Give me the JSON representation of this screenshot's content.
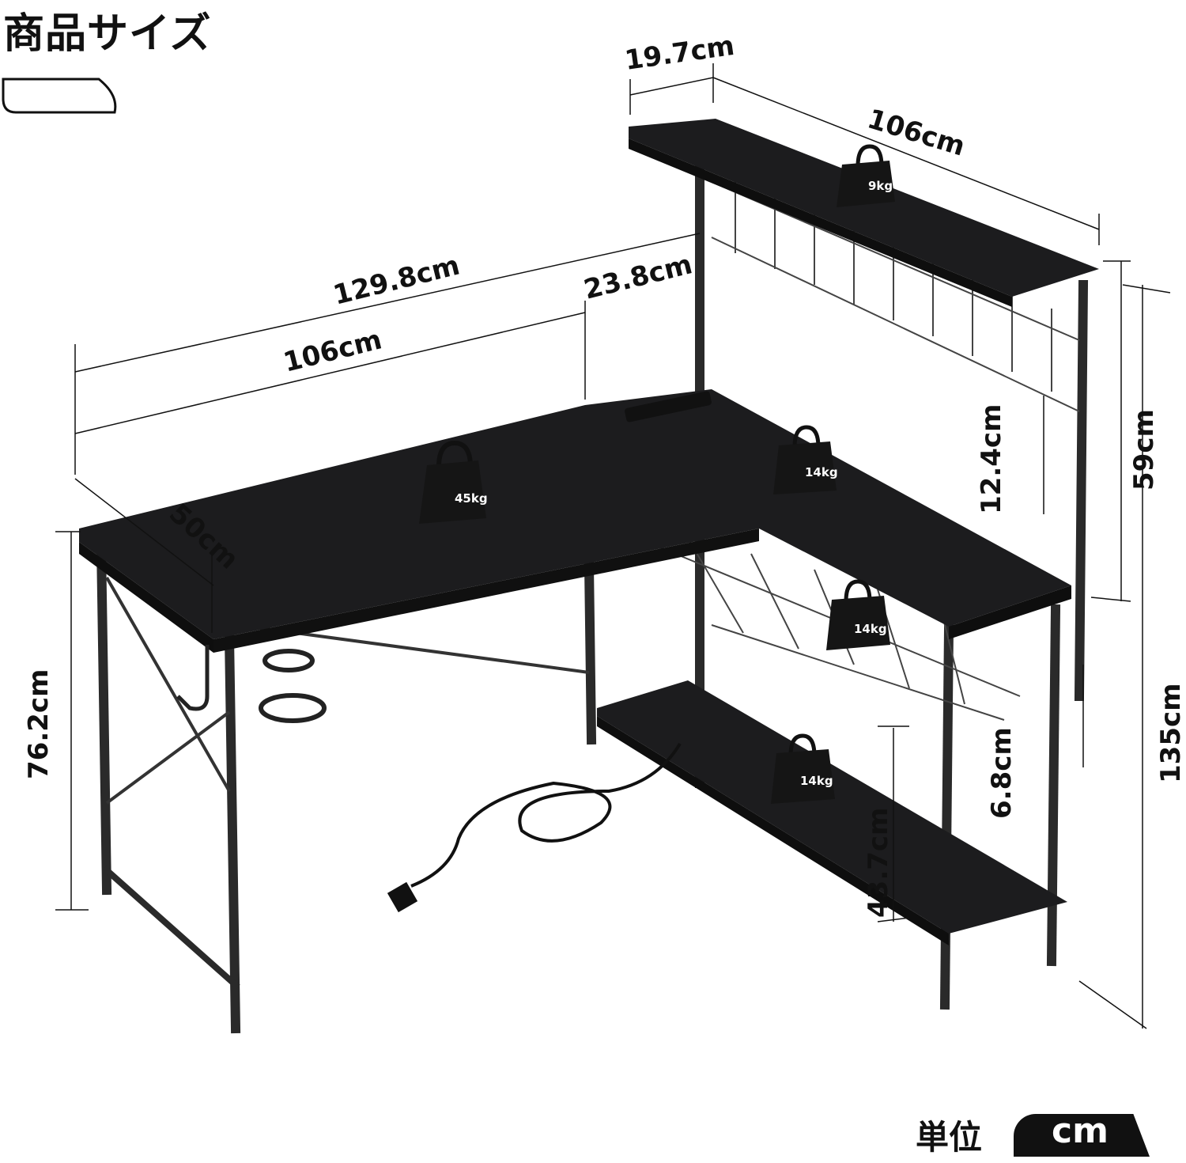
{
  "title": "商品サイズ",
  "dimensions": {
    "hutch_depth": "19.7cm",
    "hutch_width": "106cm",
    "total_width": "129.8cm",
    "side_depth": "23.8cm",
    "main_width": "106cm",
    "main_depth": "50cm",
    "hook_spacing": "12.4cm",
    "hutch_height": "59cm",
    "desk_height": "76.2cm",
    "total_height": "135cm",
    "grid_gap": "6.8cm",
    "shelf_height": "43.7cm"
  },
  "weights": {
    "hutch": "9kg",
    "main": "45kg",
    "side": "14kg",
    "grid": "14kg",
    "shelf": "14kg"
  },
  "unit": {
    "label": "単位",
    "value": "cm"
  },
  "colors": {
    "desk": "#1c1c1e",
    "frame": "#2a2a2a",
    "text": "#111111"
  }
}
